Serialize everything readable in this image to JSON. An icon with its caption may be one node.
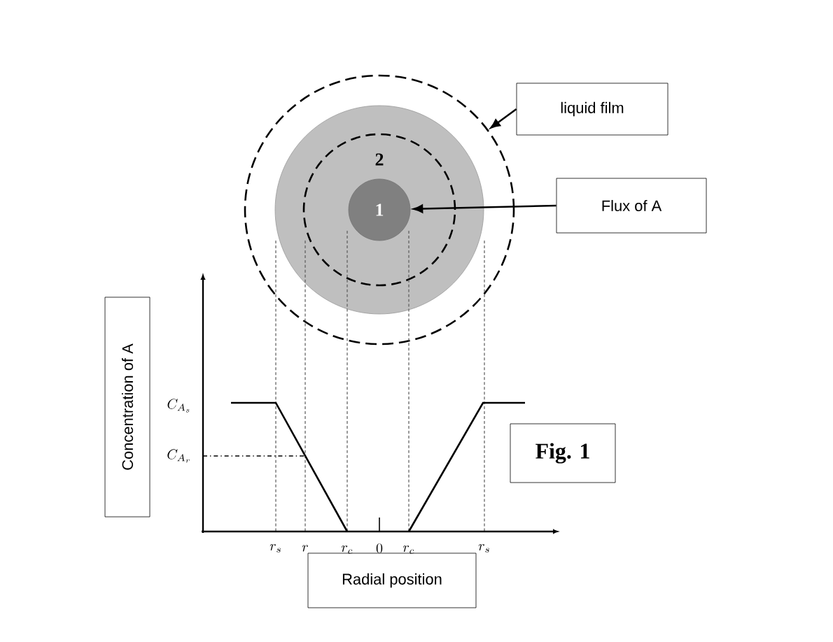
{
  "diagram": {
    "nodes": [
      {
        "text": [],
        "shape": "circle"
      },
      {
        "text": [
          "2"
        ],
        "in": 0
      },
      {
        "text": [
          "1"
        ],
        "in": 1
      },
      {
        "text": [
          "liquid film"
        ]
      },
      {
        "text": [
          "Flux of A"
        ]
      },
      {
        "text": [
          "Concentration of A"
        ]
      },
      {
        "text": [
          "Radial position"
        ]
      },
      {
        "text": [
          "Fig. 1"
        ]
      }
    ],
    "edges": [
      {
        "from": 3,
        "to": 0,
        "arrow": "to"
      },
      {
        "from": 4,
        "to": 2,
        "arrow": "to"
      }
    ],
    "labels": [
      "C_{A_s}",
      "C_{A_r}",
      "r_s",
      "r",
      "r_c",
      "0",
      "r_c",
      "r_s"
    ]
  }
}
